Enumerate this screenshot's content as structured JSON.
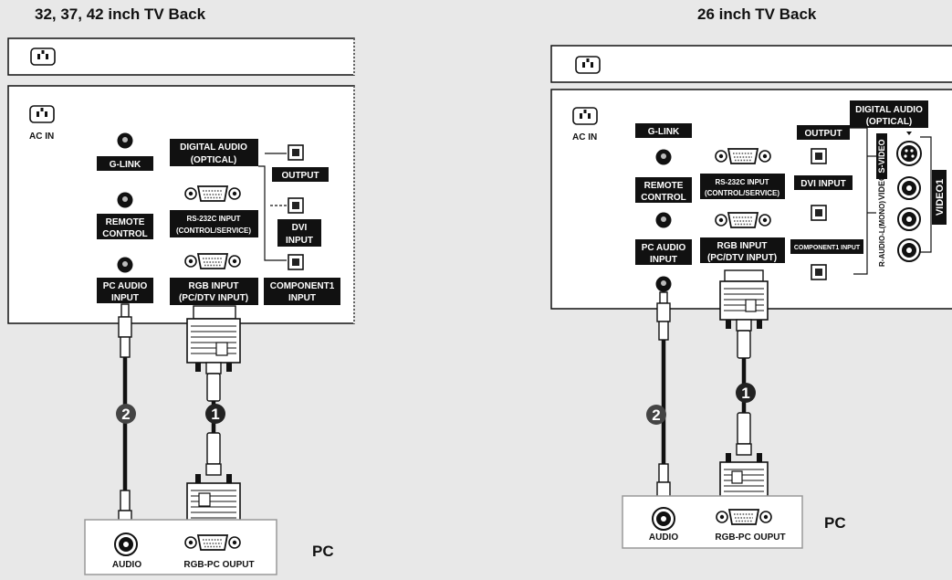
{
  "left": {
    "title": "32, 37, 42 inch TV Back",
    "ac_in": "AC IN",
    "glink": "G-LINK",
    "remote": [
      "REMOTE",
      "CONTROL"
    ],
    "pc_audio": [
      "PC AUDIO",
      "INPUT"
    ],
    "digital_audio": [
      "DIGITAL AUDIO",
      "(OPTICAL)"
    ],
    "output": "OUTPUT",
    "rs232": [
      "RS-232C INPUT",
      "(CONTROL/SERVICE)"
    ],
    "dvi": [
      "DVI",
      "INPUT"
    ],
    "rgb": [
      "RGB INPUT",
      "(PC/DTV INPUT)"
    ],
    "component": [
      "COMPONENT1",
      "INPUT"
    ],
    "badge1": "1",
    "badge2": "2",
    "pc_label": "PC",
    "pc_audio_label": "AUDIO",
    "pc_rgb_label": "RGB-PC OUPUT"
  },
  "right": {
    "title": "26 inch TV Back",
    "ac_in": "AC IN",
    "glink": "G-LINK",
    "remote": [
      "REMOTE",
      "CONTROL"
    ],
    "pc_audio": [
      "PC AUDIO",
      "INPUT"
    ],
    "rs232": [
      "RS-232C INPUT",
      "(CONTROL/SERVICE)"
    ],
    "rgb": [
      "RGB INPUT",
      "(PC/DTV INPUT)"
    ],
    "output": "OUTPUT",
    "dvi": "DVI INPUT",
    "component": "COMPONENT1 INPUT",
    "digital_audio": [
      "DIGITAL AUDIO",
      "(OPTICAL)"
    ],
    "svideo": "S-VIDEO",
    "video": "VIDEO",
    "audio_rl": "R-AUDIO-L(MONO)",
    "video1": "VIDEO1",
    "badge1": "1",
    "badge2": "2",
    "pc_label": "PC",
    "pc_audio_label": "AUDIO",
    "pc_rgb_label": "RGB-PC OUPUT"
  },
  "colors": {
    "background": "#e8e8e8",
    "panel": "#ffffff",
    "label_bg": "#111111"
  }
}
